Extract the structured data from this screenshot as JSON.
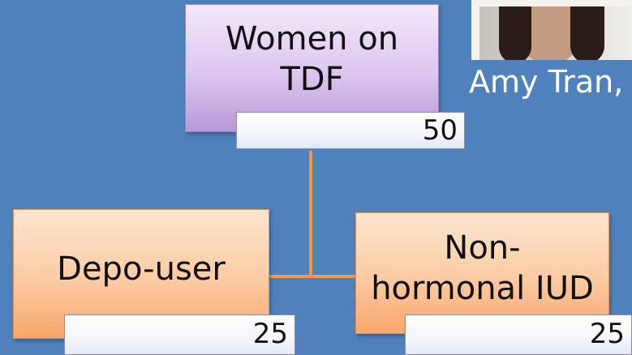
{
  "diagram": {
    "root": {
      "label_line1": "Women on",
      "label_line2": "TDF",
      "count": "50"
    },
    "left_child": {
      "label": "Depo-user",
      "count": "25"
    },
    "right_child": {
      "label_line1": "Non-",
      "label_line2": "hormonal IUD",
      "count": "25"
    }
  },
  "presenter": {
    "caption": "Amy Tran,"
  },
  "colors": {
    "background": "#4f81bd",
    "root_fill": "#dcc6ef",
    "child_fill": "#fccba3",
    "connector": "#f79646"
  }
}
